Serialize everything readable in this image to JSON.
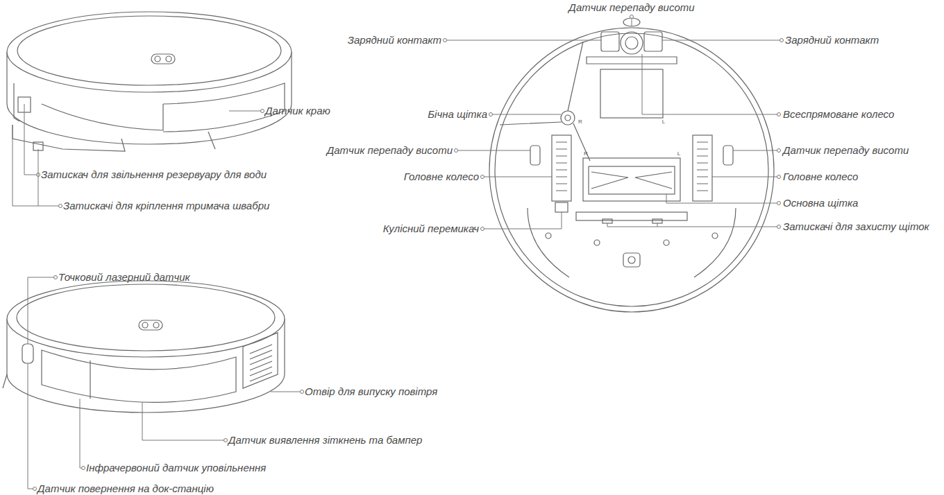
{
  "diagram": {
    "labels": [
      "Датчик краю",
      "Затискач для звільнення резервуару для води",
      "Затискачі для кріплення тримача швабри",
      "Точковий лазерний датчик",
      "Отвір для випуску повітря",
      "Датчик виявлення зіткнень та бампер",
      "Інфрачервоний датчик уповільнення",
      "Датчик повернення на док-станцію",
      "Датчик перепаду висоти",
      "Зарядний контакт",
      "Зарядний контакт",
      "Бічна щітка",
      "Всеспрямоване колесо",
      "Датчик перепаду висоти",
      "Датчик перепаду висоти",
      "Головне колесо",
      "Головне колесо",
      "Основна щітка",
      "Кулісний перемикач",
      "Затискачі для захисту щіток",
      "R",
      "R",
      "L",
      "L"
    ]
  }
}
